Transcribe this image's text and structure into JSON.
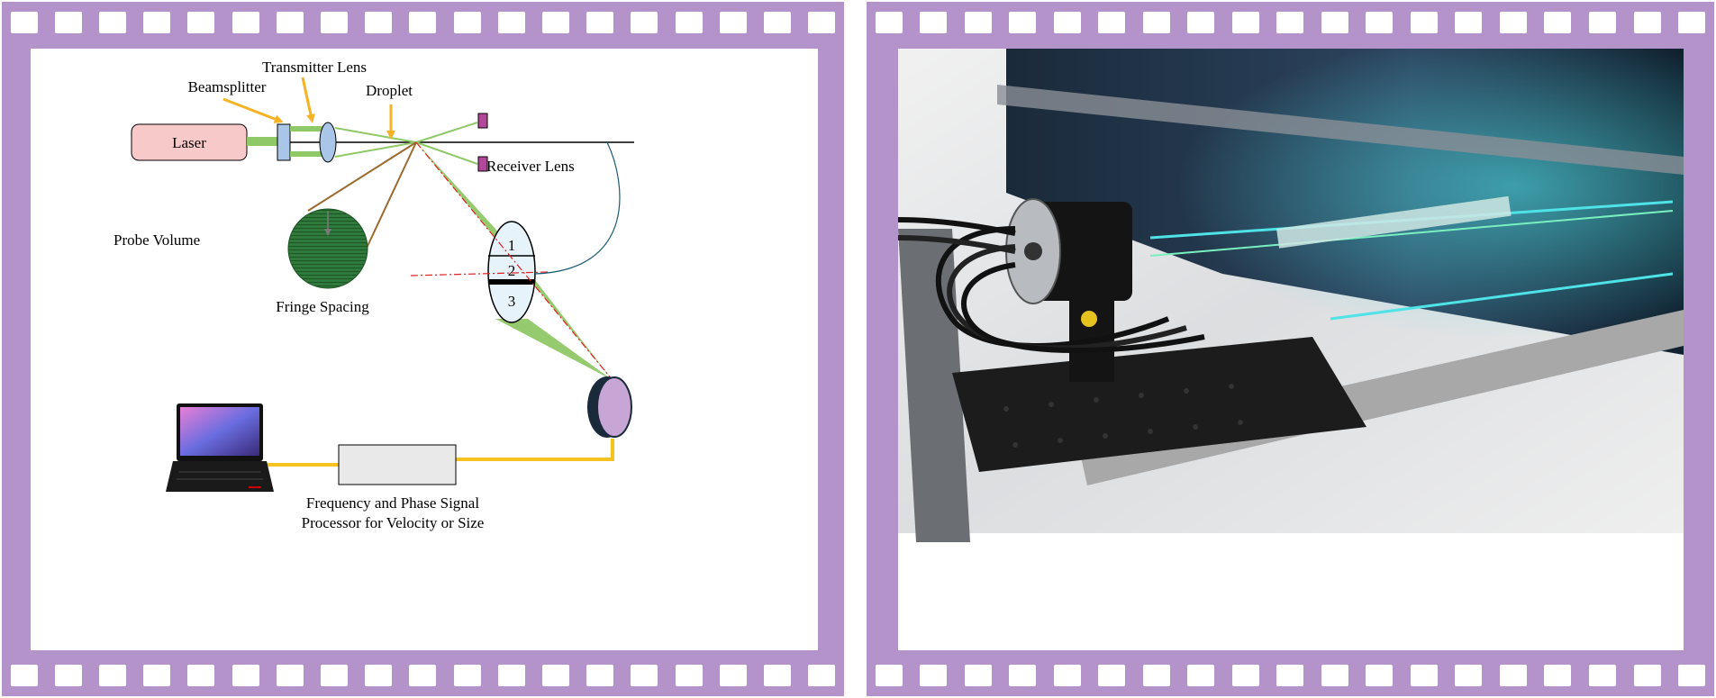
{
  "diagram": {
    "labels": {
      "laser": "Laser",
      "beamsplitter": "Beamsplitter",
      "transmitter_lens": "Transmitter Lens",
      "droplet": "Droplet",
      "receiver_lens": "Receiver Lens",
      "probe_volume": "Probe Volume",
      "fringe_spacing": "Fringe Spacing",
      "detector_1": "1",
      "detector_2": "2",
      "detector_3": "3",
      "processor_line1": "Frequency and Phase Signal",
      "processor_line2": "Processor for Velocity or Size"
    },
    "colors": {
      "frame": "#b393c9",
      "beam": "#8fc866",
      "laser_fill": "#f7c9c9",
      "arrow": "#f5b324",
      "cable": "#f5c21f",
      "fringe": "#2f7a3a",
      "detector_fill": "#e6f3fa",
      "mirror_face": "#c7a6d6"
    }
  },
  "photo": {
    "icon": "ldv-probe-photo-icon",
    "colors": {
      "beam": "#4fe3e8",
      "housing": "#141414"
    }
  }
}
